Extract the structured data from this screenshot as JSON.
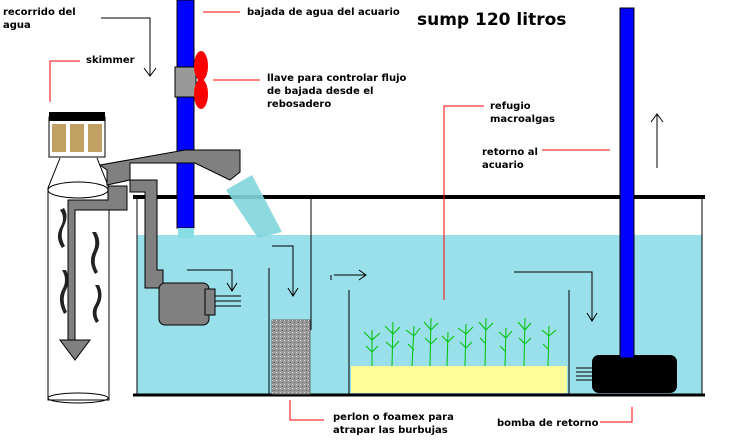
{
  "title": "sump 120 litros",
  "labels": {
    "recorrido": "recorrido del\nagua",
    "skimmer": "skimmer",
    "bajada": "bajada de agua del acuario",
    "llave": "llave para controlar flujo\nde bajada desde el\nrebosadero",
    "refugio": "refugio\nmacroalgas",
    "retorno": "retorno al\nacuario",
    "perlon": "perlon o foamex para\natrapar las burbujas",
    "bomba": "bomba de retorno"
  },
  "colors": {
    "water": "#99e0ea",
    "pipe": "#0000ff",
    "valve": "#ff0000",
    "skimmer_gray": "#808080",
    "substrate": "#ffff99",
    "plants": "#00c000",
    "filter": "#909090",
    "pump": "#000000",
    "leader_line": "#ff0000"
  },
  "icons": {
    "flow_arrow": "arrow-icon",
    "valve": "valve-icon"
  }
}
